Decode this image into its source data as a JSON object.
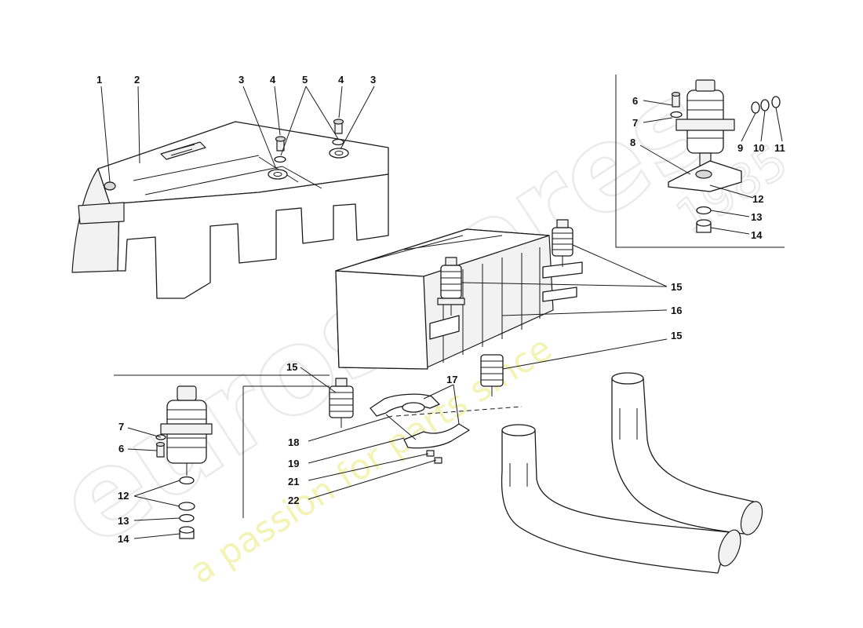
{
  "watermark": {
    "brand": "eurospares",
    "tagline": "a passion for parts since",
    "year": "1985"
  },
  "callouts": {
    "c1": "1",
    "c2": "2",
    "c3a": "3",
    "c3b": "3",
    "c4a": "4",
    "c4b": "4",
    "c5": "5",
    "c6a": "6",
    "c6b": "6",
    "c7a": "7",
    "c7b": "7",
    "c8": "8",
    "c9": "9",
    "c10": "10",
    "c11": "11",
    "c12a": "12",
    "c12b": "12",
    "c13a": "13",
    "c13b": "13",
    "c14a": "14",
    "c14b": "14",
    "c15a": "15",
    "c15b": "15",
    "c15c": "15",
    "c16": "16",
    "c17": "17",
    "c18": "18",
    "c19": "19",
    "c21": "21",
    "c22": "22"
  }
}
